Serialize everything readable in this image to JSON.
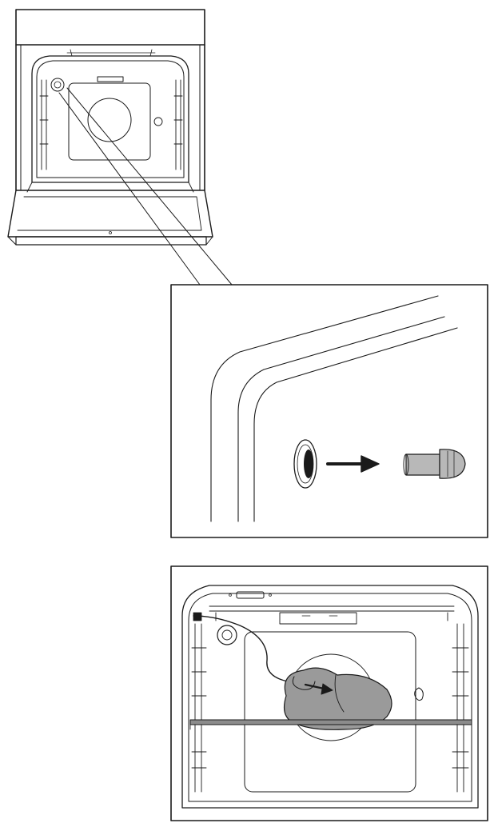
{
  "figure": {
    "panels": [
      {
        "id": "oven-overview",
        "depicts": "oven-front-open-door"
      },
      {
        "id": "detail-socket",
        "depicts": "meat-probe-socket-cover-removal"
      },
      {
        "id": "probe-in-use",
        "depicts": "meat-probe-inserted-in-poultry"
      }
    ]
  },
  "colors": {
    "line": "#1a1a1a",
    "fill_food": "#9a9a9a",
    "fill_plug": "#b8b8b8",
    "fill_socket_hole": "#1a1a1a",
    "fill_shelf": "#8c8c8c",
    "background": "#ffffff"
  },
  "icons": [
    "arrow-right-icon",
    "socket-cover-icon",
    "plug-icon",
    "lamp-icon",
    "fan-icon"
  ]
}
